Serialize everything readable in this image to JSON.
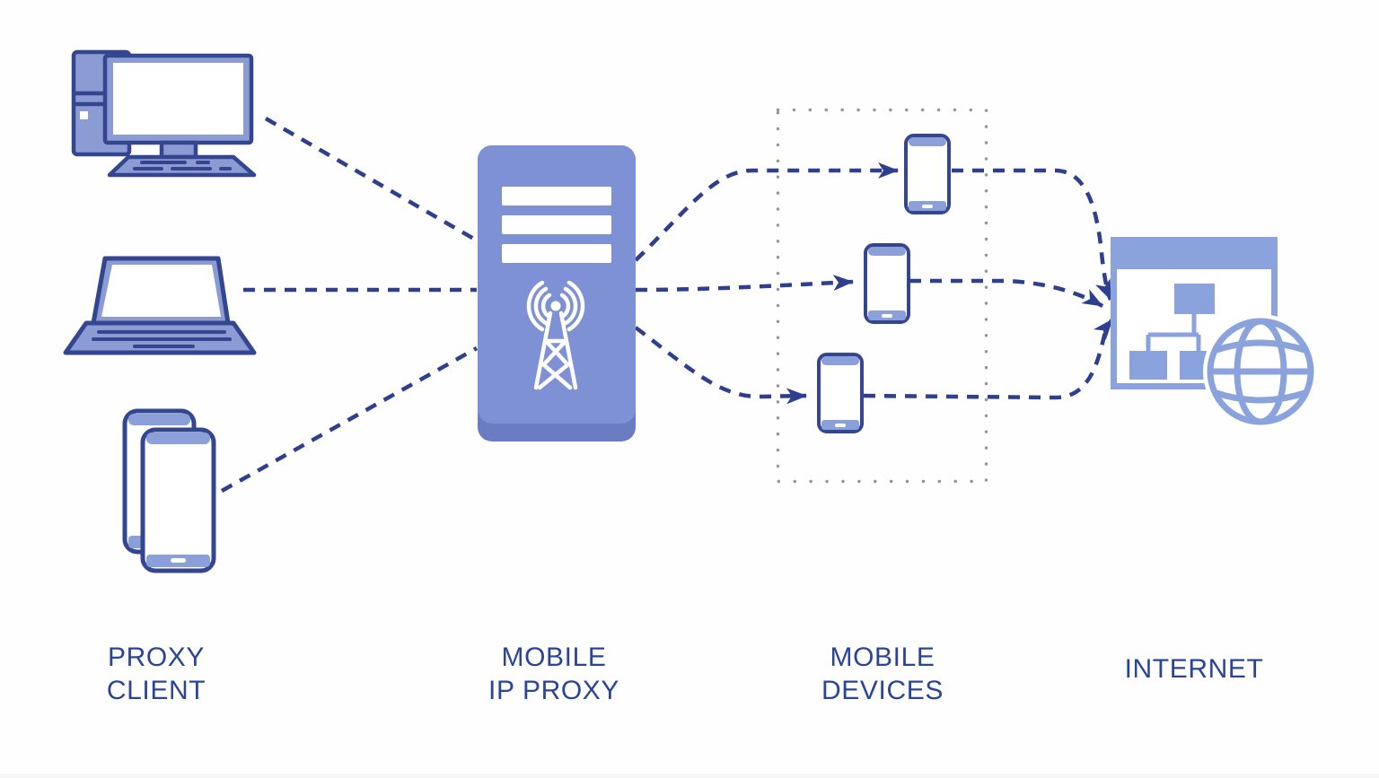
{
  "diagram": {
    "type": "network-architecture",
    "colors": {
      "icon_outline": "#34468f",
      "icon_fill": "#8b9fd9",
      "server_fill": "#7e91d5",
      "server_base": "#6a7cc2",
      "connector": "#2d3f8e",
      "label_text": "#2b4596",
      "internet_icon": "#8ba3dc",
      "dotted_border": "#8d95a9"
    },
    "nodes": {
      "proxy_client": {
        "label_line1": "PROXY",
        "label_line2": "CLIENT",
        "icons": [
          "desktop-computer",
          "laptop",
          "dual-smartphones"
        ]
      },
      "mobile_ip_proxy": {
        "label_line1": "MOBILE",
        "label_line2": "IP PROXY",
        "icon": "server-with-antenna"
      },
      "mobile_devices": {
        "label_line1": "MOBILE",
        "label_line2": "DEVICES",
        "icon": "smartphone",
        "icon_count": 3
      },
      "internet": {
        "label_line1": "INTERNET",
        "icon": "browser-window-with-globe"
      }
    },
    "connections": [
      {
        "from": "desktop-computer",
        "to": "mobile-ip-proxy",
        "style": "dashed"
      },
      {
        "from": "laptop",
        "to": "mobile-ip-proxy",
        "style": "dashed"
      },
      {
        "from": "dual-smartphones",
        "to": "mobile-ip-proxy",
        "style": "dashed"
      },
      {
        "from": "mobile-ip-proxy",
        "to": "mobile-device-1",
        "style": "dashed-arrow"
      },
      {
        "from": "mobile-ip-proxy",
        "to": "mobile-device-2",
        "style": "dashed-arrow"
      },
      {
        "from": "mobile-ip-proxy",
        "to": "mobile-device-3",
        "style": "dashed-arrow"
      },
      {
        "from": "mobile-device-1",
        "to": "internet",
        "style": "dashed-arrow"
      },
      {
        "from": "mobile-device-2",
        "to": "internet",
        "style": "dashed-arrow"
      },
      {
        "from": "mobile-device-3",
        "to": "internet",
        "style": "dashed-arrow"
      }
    ]
  }
}
